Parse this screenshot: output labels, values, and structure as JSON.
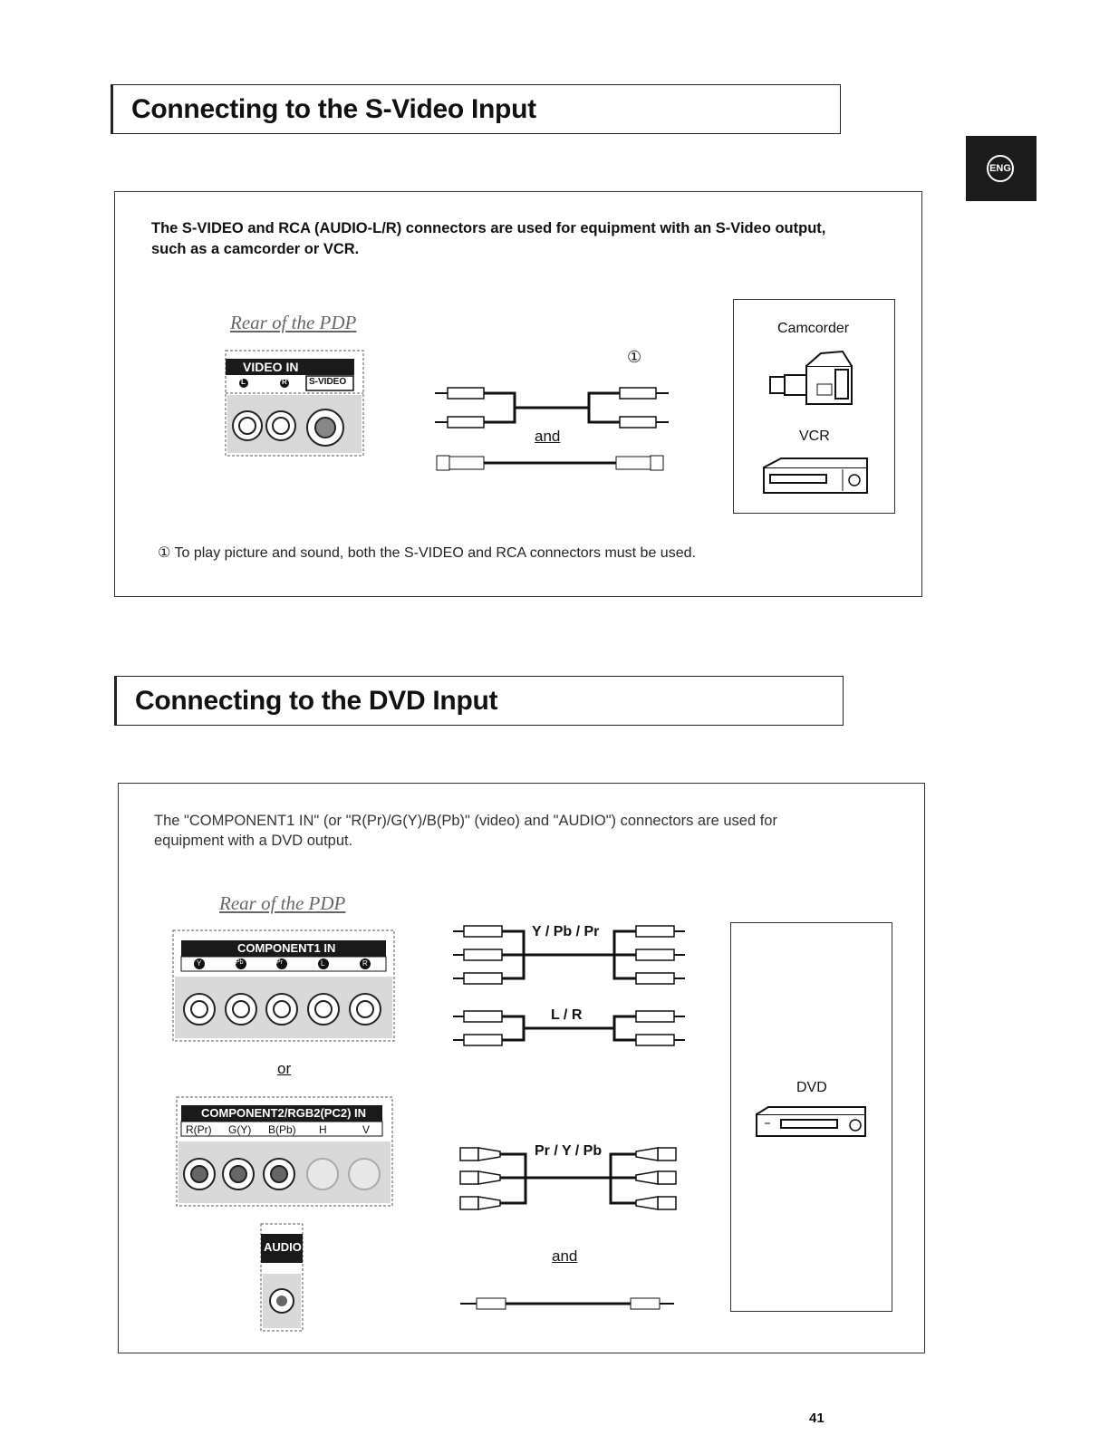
{
  "language_tab": "ENG",
  "svideo_section": {
    "title": "Connecting to the S-Video Input",
    "intro_line1": "The S-VIDEO and RCA (AUDIO-L/R) connectors are used for equipment with an S-Video output,",
    "intro_line2": "such as a camcorder or VCR.",
    "rear_label": "Rear of the PDP",
    "jack_panel_header": "VIDEO IN",
    "jack_labels": [
      "L",
      "R",
      "S-VIDEO"
    ],
    "note_marker": "①",
    "and_label": "and",
    "devices": [
      "Camcorder",
      "VCR"
    ],
    "footnote": "①  To play picture and sound, both the S-VIDEO and RCA connectors must be used."
  },
  "dvd_section": {
    "title": "Connecting to the DVD Input",
    "intro_line1": "The \"COMPONENT1 IN\" (or \"R(Pr)/G(Y)/B(Pb)\" (video) and \"AUDIO\") connectors are used for",
    "intro_line2": "equipment with a DVD output.",
    "rear_label": "Rear of the PDP",
    "component1_header": "COMPONENT1 IN",
    "component1_labels": [
      "Y",
      "Pb",
      "Pr",
      "L",
      "R"
    ],
    "or_label": "or",
    "component2_header": "COMPONENT2/RGB2(PC2) IN",
    "component2_labels": [
      "R(Pr)",
      "G(Y)",
      "B(Pb)",
      "H",
      "V"
    ],
    "audio_label": "AUDIO",
    "cable_labels": [
      "Y / Pb / Pr",
      "L / R",
      "Pr / Y / Pb"
    ],
    "and_label": "and",
    "device": "DVD"
  },
  "page_number": "41"
}
